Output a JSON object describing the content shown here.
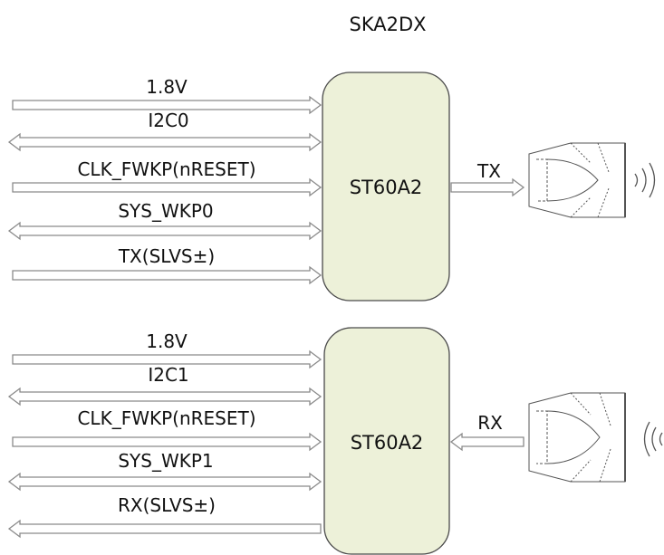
{
  "title": "SKA2DX",
  "blocks": [
    {
      "chip_label": "ST60A2",
      "signals": [
        {
          "label": "1.8V",
          "direction": "in"
        },
        {
          "label": "I2C0",
          "direction": "bidirectional"
        },
        {
          "label": "CLK_FWKP(nRESET)",
          "direction": "in"
        },
        {
          "label": "SYS_WKP0",
          "direction": "bidirectional"
        },
        {
          "label": "TX(SLVS±)",
          "direction": "in"
        }
      ],
      "output": {
        "label": "TX",
        "direction": "out"
      },
      "antenna_icon": "transmit-antenna-icon"
    },
    {
      "chip_label": "ST60A2",
      "signals": [
        {
          "label": "1.8V",
          "direction": "in"
        },
        {
          "label": "I2C1",
          "direction": "bidirectional"
        },
        {
          "label": "CLK_FWKP(nRESET)",
          "direction": "in"
        },
        {
          "label": "SYS_WKP1",
          "direction": "bidirectional"
        },
        {
          "label": "RX(SLVS±)",
          "direction": "out"
        }
      ],
      "output": {
        "label": "RX",
        "direction": "in"
      },
      "antenna_icon": "receive-antenna-icon"
    }
  ],
  "colors": {
    "chip_fill": "#edf1d9",
    "outline": "#4a4a4a",
    "arrow": "#8a8a8a"
  }
}
